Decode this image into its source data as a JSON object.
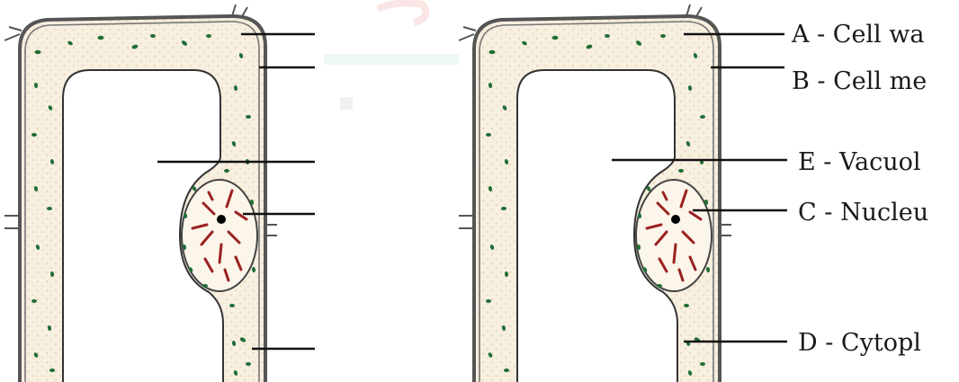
{
  "diagram": {
    "labels": {
      "a": "A - Cell wa",
      "b": "B - Cell me",
      "e": "E - Vacuol",
      "c": "C - Nucleu",
      "d": "D - Cytopl"
    },
    "colors": {
      "cytoplasm": "#f7efdf",
      "cytoplasm_dots": "#e3c4a6",
      "chloroplast": "#1f6e35",
      "chromatin": "#9b2222",
      "wall": "#555555",
      "leader_line": "#111111"
    }
  }
}
